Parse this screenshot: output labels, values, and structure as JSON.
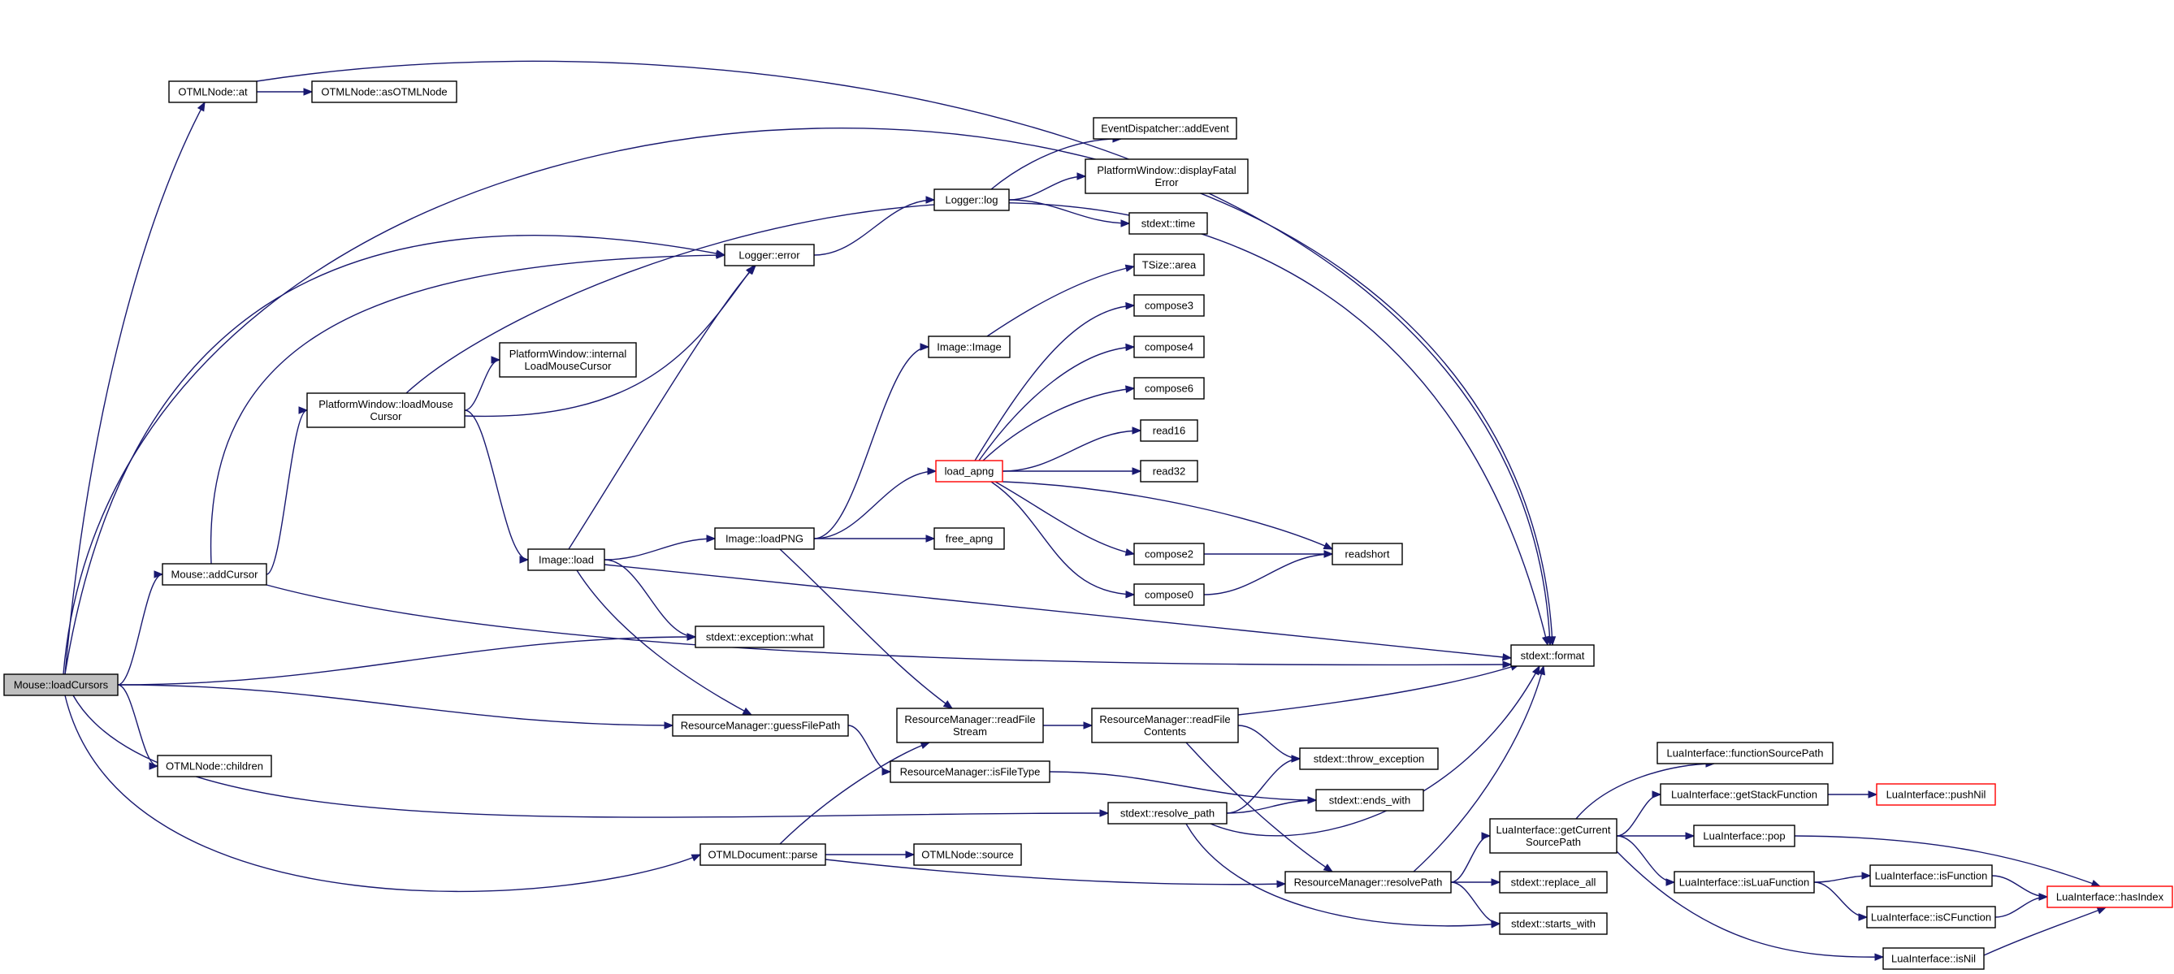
{
  "graph": {
    "colors": {
      "edge": "#191970",
      "node_border": "#000000",
      "root_fill": "#bfbfbf",
      "truncated_border": "#ff0000",
      "background": "#ffffff"
    },
    "nodes": [
      {
        "id": "mouse_loadcursors",
        "lines": [
          "Mouse::loadCursors"
        ],
        "root": true
      },
      {
        "id": "otmlnode_at",
        "lines": [
          "OTMLNode::at"
        ]
      },
      {
        "id": "otmlnode_asotmlnode",
        "lines": [
          "OTMLNode::asOTMLNode"
        ]
      },
      {
        "id": "mouse_addcursor",
        "lines": [
          "Mouse::addCursor"
        ]
      },
      {
        "id": "otmlnode_children",
        "lines": [
          "OTMLNode::children"
        ]
      },
      {
        "id": "platformwindow_loadmousecursor",
        "lines": [
          "PlatformWindow::loadMouse",
          "Cursor"
        ]
      },
      {
        "id": "platformwindow_internalloadmousecursor",
        "lines": [
          "PlatformWindow::internal",
          "LoadMouseCursor"
        ]
      },
      {
        "id": "logger_error",
        "lines": [
          "Logger::error"
        ]
      },
      {
        "id": "logger_log",
        "lines": [
          "Logger::log"
        ]
      },
      {
        "id": "eventdispatcher_addevent",
        "lines": [
          "EventDispatcher::addEvent"
        ]
      },
      {
        "id": "platformwindow_displayfatalerror",
        "lines": [
          "PlatformWindow::displayFatal",
          "Error"
        ]
      },
      {
        "id": "stdext_time",
        "lines": [
          "stdext::time"
        ]
      },
      {
        "id": "image_load",
        "lines": [
          "Image::load"
        ]
      },
      {
        "id": "image_image",
        "lines": [
          "Image::Image"
        ]
      },
      {
        "id": "image_loadpng",
        "lines": [
          "Image::loadPNG"
        ]
      },
      {
        "id": "tsize_area",
        "lines": [
          "TSize::area"
        ]
      },
      {
        "id": "compose3",
        "lines": [
          "compose3"
        ]
      },
      {
        "id": "compose4",
        "lines": [
          "compose4"
        ]
      },
      {
        "id": "compose6",
        "lines": [
          "compose6"
        ]
      },
      {
        "id": "read16",
        "lines": [
          "read16"
        ]
      },
      {
        "id": "read32",
        "lines": [
          "read32"
        ]
      },
      {
        "id": "load_apng",
        "lines": [
          "load_apng"
        ],
        "truncated": true
      },
      {
        "id": "free_apng",
        "lines": [
          "free_apng"
        ]
      },
      {
        "id": "compose2",
        "lines": [
          "compose2"
        ]
      },
      {
        "id": "compose0",
        "lines": [
          "compose0"
        ]
      },
      {
        "id": "readshort",
        "lines": [
          "readshort"
        ]
      },
      {
        "id": "stdext_exception_what",
        "lines": [
          "stdext::exception::what"
        ]
      },
      {
        "id": "stdext_format",
        "lines": [
          "stdext::format"
        ]
      },
      {
        "id": "resourcemanager_guessfilepath",
        "lines": [
          "ResourceManager::guessFilePath"
        ]
      },
      {
        "id": "resourcemanager_readfilestream",
        "lines": [
          "ResourceManager::readFile",
          "Stream"
        ]
      },
      {
        "id": "resourcemanager_readfilecontents",
        "lines": [
          "ResourceManager::readFile",
          "Contents"
        ]
      },
      {
        "id": "resourcemanager_isfiletype",
        "lines": [
          "ResourceManager::isFileType"
        ]
      },
      {
        "id": "stdext_throw_exception",
        "lines": [
          "stdext::throw_exception"
        ]
      },
      {
        "id": "stdext_ends_with",
        "lines": [
          "stdext::ends_with"
        ]
      },
      {
        "id": "stdext_resolve_path",
        "lines": [
          "stdext::resolve_path"
        ]
      },
      {
        "id": "otmldocument_parse",
        "lines": [
          "OTMLDocument::parse"
        ]
      },
      {
        "id": "otmlnode_source",
        "lines": [
          "OTMLNode::source"
        ]
      },
      {
        "id": "resourcemanager_resolvepath",
        "lines": [
          "ResourceManager::resolvePath"
        ]
      },
      {
        "id": "stdext_replace_all",
        "lines": [
          "stdext::replace_all"
        ]
      },
      {
        "id": "stdext_starts_with",
        "lines": [
          "stdext::starts_with"
        ]
      },
      {
        "id": "luainterface_getcurrentsourcepath",
        "lines": [
          "LuaInterface::getCurrent",
          "SourcePath"
        ]
      },
      {
        "id": "luainterface_functionsourcepath",
        "lines": [
          "LuaInterface::functionSourcePath"
        ]
      },
      {
        "id": "luainterface_getstackfunction",
        "lines": [
          "LuaInterface::getStackFunction"
        ]
      },
      {
        "id": "luainterface_pushnil",
        "lines": [
          "LuaInterface::pushNil"
        ],
        "truncated": true
      },
      {
        "id": "luainterface_pop",
        "lines": [
          "LuaInterface::pop"
        ]
      },
      {
        "id": "luainterface_isluafunction",
        "lines": [
          "LuaInterface::isLuaFunction"
        ]
      },
      {
        "id": "luainterface_isfunction",
        "lines": [
          "LuaInterface::isFunction"
        ]
      },
      {
        "id": "luainterface_iscfunction",
        "lines": [
          "LuaInterface::isCFunction"
        ]
      },
      {
        "id": "luainterface_isnil",
        "lines": [
          "LuaInterface::isNil"
        ]
      },
      {
        "id": "luainterface_hasindex",
        "lines": [
          "LuaInterface::hasIndex"
        ],
        "truncated": true
      }
    ],
    "edges": [
      {
        "from": "mouse_loadcursors",
        "to": "otmlnode_at"
      },
      {
        "from": "mouse_loadcursors",
        "to": "stdext_format"
      },
      {
        "from": "mouse_loadcursors",
        "to": "logger_error"
      },
      {
        "from": "mouse_loadcursors",
        "to": "mouse_addcursor"
      },
      {
        "from": "mouse_loadcursors",
        "to": "stdext_exception_what"
      },
      {
        "from": "mouse_loadcursors",
        "to": "resourcemanager_guessfilepath"
      },
      {
        "from": "mouse_loadcursors",
        "to": "otmlnode_children"
      },
      {
        "from": "mouse_loadcursors",
        "to": "stdext_resolve_path"
      },
      {
        "from": "mouse_loadcursors",
        "to": "otmldocument_parse"
      },
      {
        "from": "otmlnode_at",
        "to": "otmlnode_asotmlnode"
      },
      {
        "from": "otmlnode_at",
        "to": "stdext_format"
      },
      {
        "from": "mouse_addcursor",
        "to": "logger_error"
      },
      {
        "from": "mouse_addcursor",
        "to": "platformwindow_loadmousecursor"
      },
      {
        "from": "mouse_addcursor",
        "to": "stdext_format"
      },
      {
        "from": "platformwindow_loadmousecursor",
        "to": "platformwindow_internalloadmousecursor"
      },
      {
        "from": "platformwindow_loadmousecursor",
        "to": "logger_error"
      },
      {
        "from": "platformwindow_loadmousecursor",
        "to": "stdext_format"
      },
      {
        "from": "platformwindow_loadmousecursor",
        "to": "image_load"
      },
      {
        "from": "logger_error",
        "to": "logger_log"
      },
      {
        "from": "logger_log",
        "to": "eventdispatcher_addevent"
      },
      {
        "from": "logger_log",
        "to": "platformwindow_displayfatalerror"
      },
      {
        "from": "logger_log",
        "to": "stdext_time"
      },
      {
        "from": "image_load",
        "to": "logger_error"
      },
      {
        "from": "image_load",
        "to": "image_loadpng"
      },
      {
        "from": "image_load",
        "to": "stdext_exception_what"
      },
      {
        "from": "image_load",
        "to": "resourcemanager_guessfilepath"
      },
      {
        "from": "image_load",
        "to": "stdext_format"
      },
      {
        "from": "image_loadpng",
        "to": "image_image"
      },
      {
        "from": "image_loadpng",
        "to": "load_apng"
      },
      {
        "from": "image_loadpng",
        "to": "free_apng"
      },
      {
        "from": "image_loadpng",
        "to": "resourcemanager_readfilestream"
      },
      {
        "from": "image_image",
        "to": "tsize_area"
      },
      {
        "from": "load_apng",
        "to": "compose3"
      },
      {
        "from": "load_apng",
        "to": "compose4"
      },
      {
        "from": "load_apng",
        "to": "compose6"
      },
      {
        "from": "load_apng",
        "to": "read16"
      },
      {
        "from": "load_apng",
        "to": "read32"
      },
      {
        "from": "load_apng",
        "to": "readshort"
      },
      {
        "from": "load_apng",
        "to": "compose2"
      },
      {
        "from": "load_apng",
        "to": "compose0"
      },
      {
        "from": "compose2",
        "to": "readshort"
      },
      {
        "from": "compose0",
        "to": "readshort"
      },
      {
        "from": "resourcemanager_guessfilepath",
        "to": "resourcemanager_isfiletype"
      },
      {
        "from": "resourcemanager_readfilestream",
        "to": "resourcemanager_readfilecontents"
      },
      {
        "from": "resourcemanager_readfilecontents",
        "to": "stdext_format"
      },
      {
        "from": "resourcemanager_readfilecontents",
        "to": "stdext_throw_exception"
      },
      {
        "from": "resourcemanager_readfilecontents",
        "to": "resourcemanager_resolvepath"
      },
      {
        "from": "resourcemanager_isfiletype",
        "to": "stdext_ends_with"
      },
      {
        "from": "stdext_resolve_path",
        "to": "stdext_throw_exception"
      },
      {
        "from": "stdext_resolve_path",
        "to": "stdext_ends_with"
      },
      {
        "from": "stdext_resolve_path",
        "to": "stdext_format"
      },
      {
        "from": "stdext_resolve_path",
        "to": "stdext_starts_with"
      },
      {
        "from": "otmldocument_parse",
        "to": "resourcemanager_readfilestream"
      },
      {
        "from": "otmldocument_parse",
        "to": "otmlnode_source"
      },
      {
        "from": "otmldocument_parse",
        "to": "resourcemanager_resolvepath"
      },
      {
        "from": "resourcemanager_resolvepath",
        "to": "stdext_format"
      },
      {
        "from": "resourcemanager_resolvepath",
        "to": "luainterface_getcurrentsourcepath"
      },
      {
        "from": "resourcemanager_resolvepath",
        "to": "stdext_replace_all"
      },
      {
        "from": "resourcemanager_resolvepath",
        "to": "stdext_starts_with"
      },
      {
        "from": "luainterface_getcurrentsourcepath",
        "to": "luainterface_functionsourcepath"
      },
      {
        "from": "luainterface_getcurrentsourcepath",
        "to": "luainterface_getstackfunction"
      },
      {
        "from": "luainterface_getcurrentsourcepath",
        "to": "luainterface_pop"
      },
      {
        "from": "luainterface_getcurrentsourcepath",
        "to": "luainterface_isluafunction"
      },
      {
        "from": "luainterface_getcurrentsourcepath",
        "to": "luainterface_isnil"
      },
      {
        "from": "luainterface_getstackfunction",
        "to": "luainterface_pushnil"
      },
      {
        "from": "luainterface_pop",
        "to": "luainterface_hasindex"
      },
      {
        "from": "luainterface_isluafunction",
        "to": "luainterface_isfunction"
      },
      {
        "from": "luainterface_isluafunction",
        "to": "luainterface_iscfunction"
      },
      {
        "from": "luainterface_isfunction",
        "to": "luainterface_hasindex"
      },
      {
        "from": "luainterface_iscfunction",
        "to": "luainterface_hasindex"
      },
      {
        "from": "luainterface_isnil",
        "to": "luainterface_hasindex"
      }
    ]
  }
}
